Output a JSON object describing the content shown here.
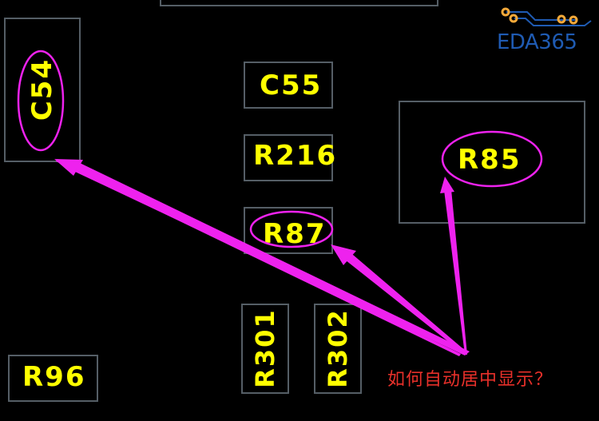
{
  "logo": {
    "text": "EDA365",
    "icon": "circuit-trace-icon",
    "text_color": "#1f5bb3",
    "pad_color": "#f4a93a"
  },
  "colors": {
    "background": "#000000",
    "outline": "#555e66",
    "refdes": "#ffff00",
    "annotation": "#ee22ee",
    "question": "#e8302a"
  },
  "components": [
    {
      "ref": "C54",
      "orientation": "vertical",
      "highlighted": true
    },
    {
      "ref": "C55",
      "orientation": "horizontal",
      "highlighted": false
    },
    {
      "ref": "R216",
      "orientation": "horizontal",
      "highlighted": false
    },
    {
      "ref": "R87",
      "orientation": "horizontal",
      "highlighted": true
    },
    {
      "ref": "R85",
      "orientation": "horizontal",
      "highlighted": true
    },
    {
      "ref": "R301",
      "orientation": "vertical",
      "highlighted": false
    },
    {
      "ref": "R302",
      "orientation": "vertical",
      "highlighted": false
    },
    {
      "ref": "R96",
      "orientation": "horizontal",
      "highlighted": false
    }
  ],
  "annotation": {
    "question": "如何自动居中显示？"
  }
}
